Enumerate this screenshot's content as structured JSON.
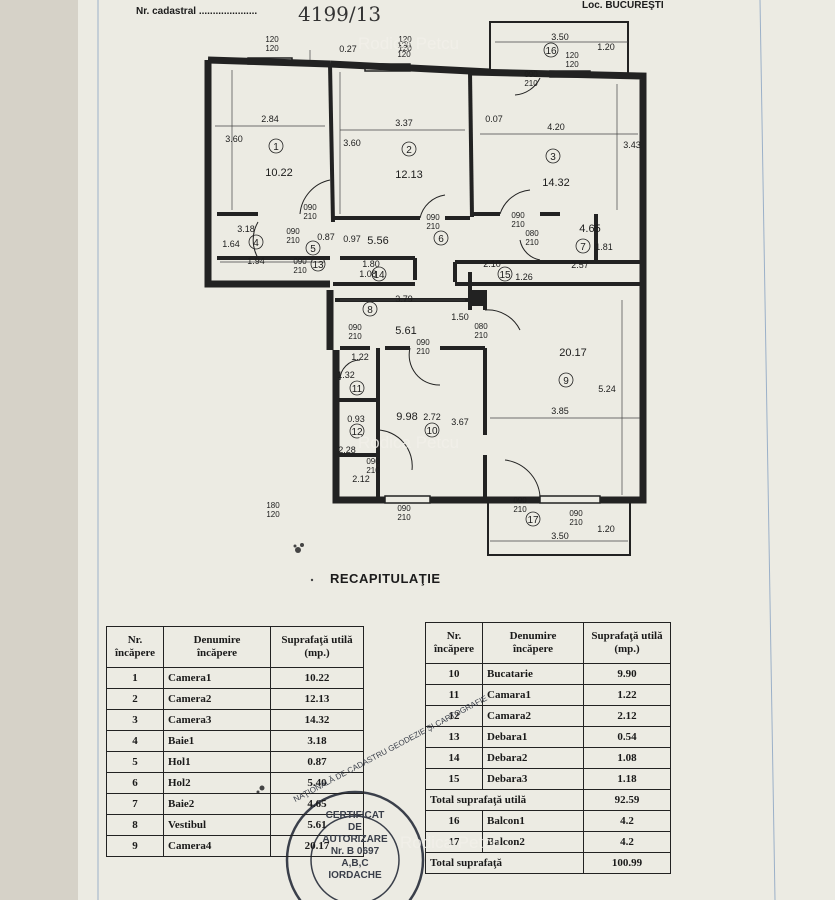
{
  "header": {
    "nr_cadastral_label": "Nr. cadastral .....................",
    "nr_cadastral_value": "4199/13",
    "locality": "Loc. BUCUREŞTI"
  },
  "watermarks": [
    "Rodica Petcu",
    "Rodica Petcu",
    "Rodica Petcu"
  ],
  "plan": {
    "dimensions": [
      "2.84",
      "3.37",
      "0.07",
      "4.20",
      "3.43",
      "3.60",
      "3.60",
      "3.18",
      "1.64",
      "1.94",
      "0.87",
      "0.97",
      "1.80",
      "1.08",
      "2.10",
      "1.26",
      "2.57",
      "1.81",
      "3.79",
      "1.50",
      "1.22",
      "1.32",
      "0.93",
      "2.28",
      "2.12",
      "2.72",
      "3.67",
      "3.85",
      "5.24",
      "3.50",
      "3.50",
      "1.20",
      "1.20",
      "0.27"
    ],
    "openings": [
      "120\n120",
      "120\n120",
      "120\n120",
      "090\n210",
      "090\n210",
      "090\n210",
      "090\n210",
      "090\n210",
      "090\n210",
      "080\n210",
      "090\n210",
      "090\n210",
      "090\n210",
      "090\n210",
      "090\n210",
      "090\n210",
      "120\n120",
      "180\n120",
      "080\n210"
    ],
    "rooms": [
      {
        "num": "1",
        "area": "10.22"
      },
      {
        "num": "2",
        "area": "12.13"
      },
      {
        "num": "3",
        "area": "14.32"
      },
      {
        "num": "4",
        "area": ""
      },
      {
        "num": "5",
        "area": ""
      },
      {
        "num": "6",
        "area": "5.56"
      },
      {
        "num": "7",
        "area": "4.65"
      },
      {
        "num": "8",
        "area": "5.61"
      },
      {
        "num": "9",
        "area": "20.17"
      },
      {
        "num": "10",
        "area": "9.98"
      },
      {
        "num": "11",
        "area": ""
      },
      {
        "num": "12",
        "area": ""
      },
      {
        "num": "13",
        "area": ""
      },
      {
        "num": "14",
        "area": ""
      },
      {
        "num": "15",
        "area": ""
      },
      {
        "num": "16",
        "area": ""
      },
      {
        "num": "17",
        "area": ""
      }
    ]
  },
  "recap_title": "RECAPITULAŢIE",
  "table_headers": {
    "nr": "Nr.\nîncăpere",
    "name": "Denumire\nîncăpere",
    "area": "Suprafaţă utilă\n(mp.)"
  },
  "table_left": [
    {
      "nr": "1",
      "name": "Camera1",
      "area": "10.22"
    },
    {
      "nr": "2",
      "name": "Camera2",
      "area": "12.13"
    },
    {
      "nr": "3",
      "name": "Camera3",
      "area": "14.32"
    },
    {
      "nr": "4",
      "name": "Baie1",
      "area": "3.18"
    },
    {
      "nr": "5",
      "name": "Hol1",
      "area": "0.87"
    },
    {
      "nr": "6",
      "name": "Hol2",
      "area": "5.40"
    },
    {
      "nr": "7",
      "name": "Baie2",
      "area": "4.65"
    },
    {
      "nr": "8",
      "name": "Vestibul",
      "area": "5.61"
    },
    {
      "nr": "9",
      "name": "Camera4",
      "area": "20.17"
    }
  ],
  "table_right": [
    {
      "nr": "10",
      "name": "Bucatarie",
      "area": "9.90"
    },
    {
      "nr": "11",
      "name": "Camara1",
      "area": "1.22"
    },
    {
      "nr": "12",
      "name": "Camara2",
      "area": "2.12"
    },
    {
      "nr": "13",
      "name": "Debara1",
      "area": "0.54"
    },
    {
      "nr": "14",
      "name": "Debara2",
      "area": "1.08"
    },
    {
      "nr": "15",
      "name": "Debara3",
      "area": "1.18"
    }
  ],
  "total_useful": {
    "label": "Total suprafaţă utilă",
    "value": "92.59"
  },
  "balconies": [
    {
      "nr": "16",
      "name": "Balcon1",
      "area": "4.2"
    },
    {
      "nr": "17",
      "name": "Balcon2",
      "area": "4.2"
    }
  ],
  "total": {
    "label": "Total suprafaţă",
    "value": "100.99"
  },
  "stamp": {
    "ring_text": "NAŢIONALĂ DE CADASTRU GEODEZIE ŞI CARTOGRAFIE",
    "center_lines": [
      "CERTIFICAT",
      "DE",
      "AUTORIZARE",
      "Nr. B 0697",
      "A,B,C",
      "IORDACHE"
    ]
  }
}
